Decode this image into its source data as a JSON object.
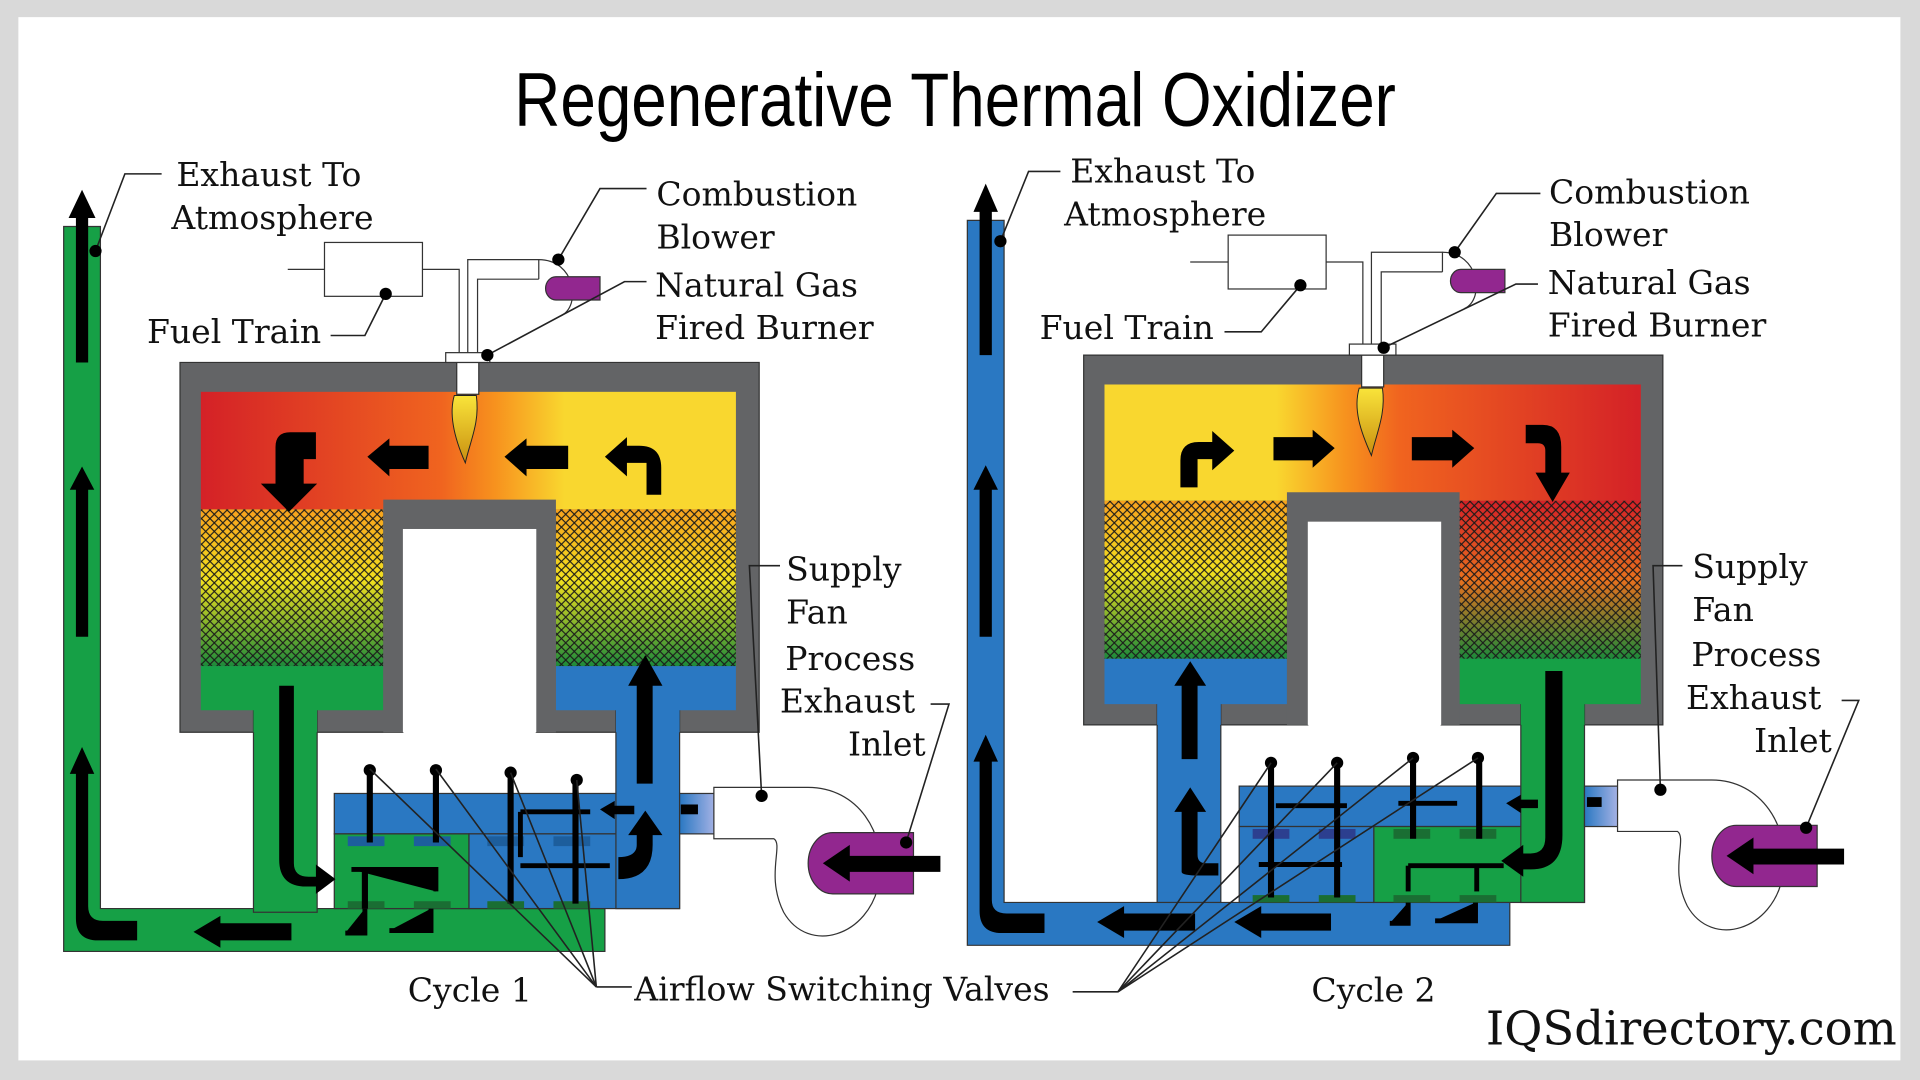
{
  "title": "Regenerative Thermal Oxidizer",
  "brand": "IQSdirectory.com",
  "colors": {
    "background_border": "#d9d9d9",
    "panel": "#ffffff",
    "green_duct": "#16a046",
    "blue_duct": "#2a78c2",
    "housing_gray": "#636466",
    "hot_red": "#d42127",
    "hot_orange": "#f47a20",
    "warm_yellow": "#f9d72f",
    "burner_purple": "#92278f",
    "arrow": "#000000"
  },
  "cycles": [
    {
      "label": "Cycle 1",
      "flow_direction": "right-to-left",
      "inlet_bed": "right",
      "outlet_bed": "left",
      "labels": {
        "exhaust": [
          "Exhaust To",
          "Atmosphere"
        ],
        "combustion_blower": [
          "Combustion",
          "Blower"
        ],
        "burner": [
          "Natural Gas",
          "Fired Burner"
        ],
        "fuel_train": "Fuel Train",
        "supply_fan": [
          "Supply",
          "Fan"
        ],
        "process_inlet": [
          "Process",
          "Exhaust",
          "Inlet"
        ]
      }
    },
    {
      "label": "Cycle 2",
      "flow_direction": "left-to-right",
      "inlet_bed": "left",
      "outlet_bed": "right",
      "labels": {
        "exhaust": [
          "Exhaust To",
          "Atmosphere"
        ],
        "combustion_blower": [
          "Combustion",
          "Blower"
        ],
        "burner": [
          "Natural Gas",
          "Fired Burner"
        ],
        "fuel_train": "Fuel Train",
        "supply_fan": [
          "Supply",
          "Fan"
        ],
        "process_inlet": [
          "Process",
          "Exhaust",
          "Inlet"
        ]
      }
    }
  ],
  "shared_label": "Airflow Switching Valves"
}
